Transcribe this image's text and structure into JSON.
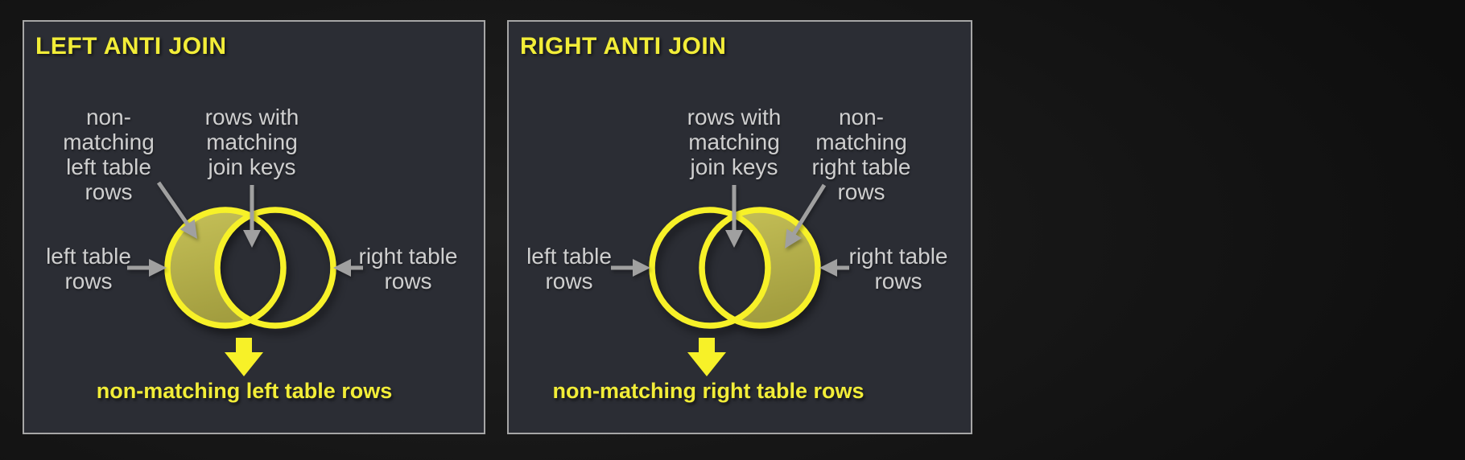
{
  "panels": {
    "left": {
      "title": "LEFT ANTI JOIN",
      "labels": {
        "non_matching": "non-\nmatching\nleft table\nrows",
        "matching_keys": "rows with\nmatching\njoin keys",
        "left_table": "left table\nrows",
        "right_table": "right table\nrows"
      },
      "result": "non-matching left table rows",
      "highlighted_region": "left-only"
    },
    "right": {
      "title": "RIGHT ANTI JOIN",
      "labels": {
        "matching_keys": "rows with\nmatching\njoin keys",
        "non_matching": "non-\nmatching\nright table\nrows",
        "left_table": "left table\nrows",
        "right_table": "right table\nrows"
      },
      "result": "non-matching right table rows",
      "highlighted_region": "right-only"
    }
  },
  "colors": {
    "title_yellow": "#f2ed38",
    "circle_stroke": "#f7f128",
    "region_fill": "#b5b04a",
    "label_gray": "#cfcfcf",
    "arrow_gray": "#a0a0a0",
    "panel_bg": "#2b2d34",
    "panel_border": "#a6a6a6",
    "page_bg": "#131313"
  }
}
